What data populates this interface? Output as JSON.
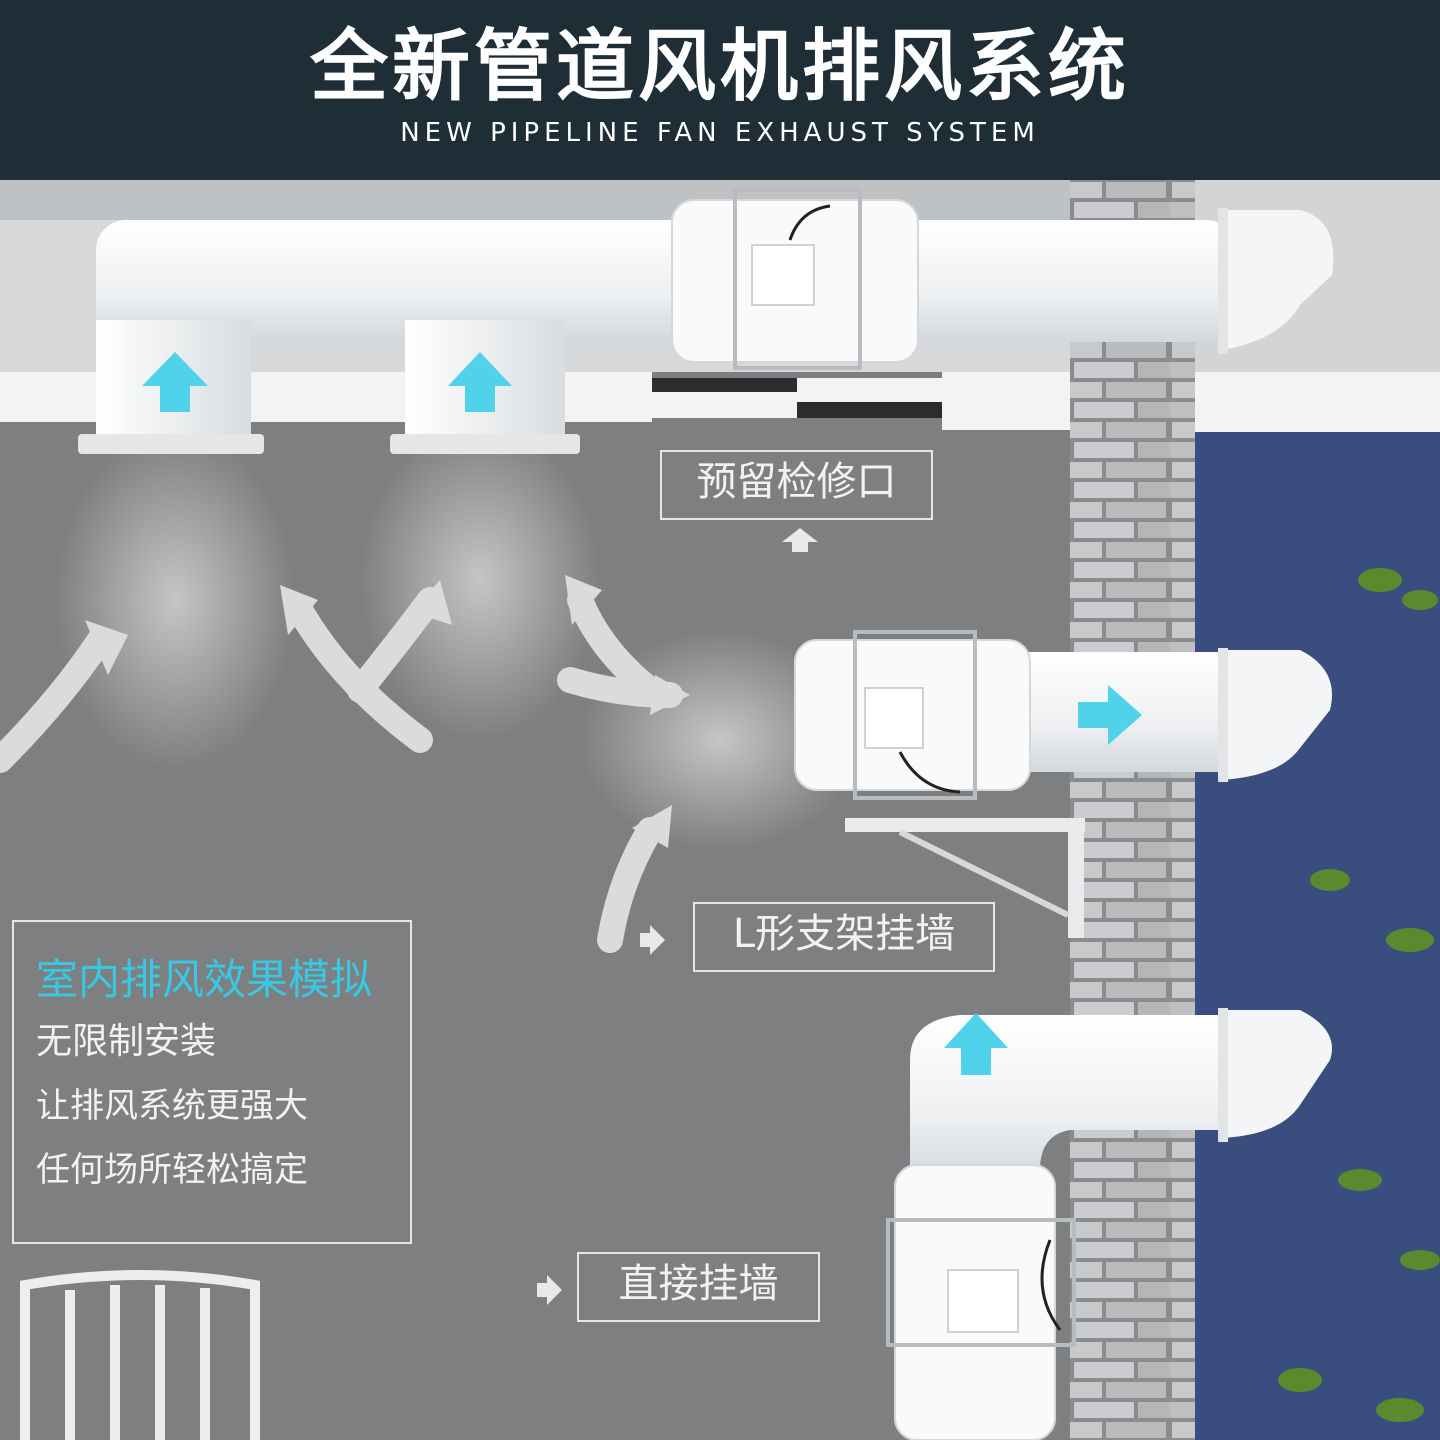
{
  "header": {
    "title": "全新管道风机排风系统",
    "subtitle": "NEW PIPELINE FAN EXHAUST SYSTEM"
  },
  "labels": {
    "inspection_port": "预留检修口",
    "l_bracket": "L形支架挂墙",
    "direct_wall": "直接挂墙"
  },
  "info_panel": {
    "heading": "室内排风效果模拟",
    "lines": [
      "无限制安装",
      "让排风系统更强大",
      "任何场所轻松搞定"
    ]
  },
  "colors": {
    "header_bg": "#1f2d36",
    "accent_cyan": "#37c9e3",
    "wall_gray": "#7d7f81",
    "outdoor_blue": "#3a4d7f"
  },
  "icons": [
    "airflow-up-arrow-icon",
    "airflow-right-arrow-icon",
    "small-up-arrow-icon",
    "small-right-arrow-icon",
    "inline-duct-fan-icon",
    "plant-leaves-icon",
    "chair-icon"
  ]
}
